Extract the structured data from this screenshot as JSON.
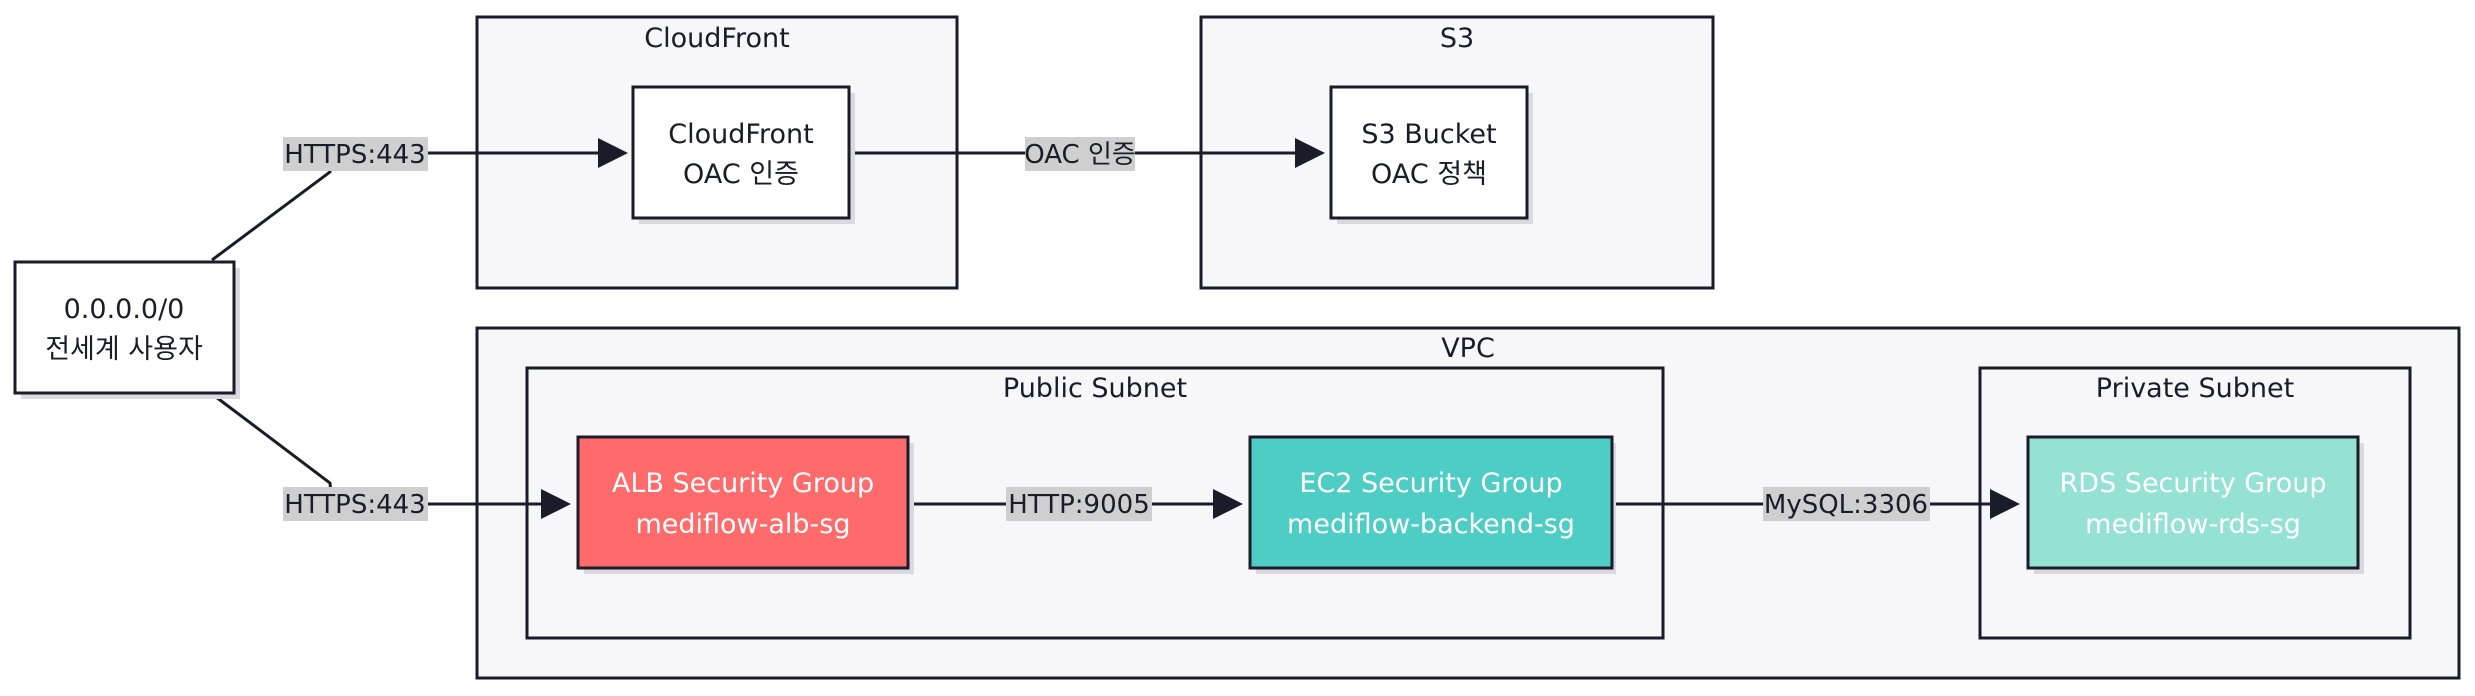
{
  "clusters": {
    "cloudfront": {
      "title": "CloudFront"
    },
    "s3": {
      "title": "S3"
    },
    "vpc": {
      "title": "VPC"
    },
    "public_subnet": {
      "title": "Public Subnet"
    },
    "private_subnet": {
      "title": "Private Subnet"
    }
  },
  "nodes": {
    "users": {
      "line1": "0.0.0.0/0",
      "line2": "전세계 사용자",
      "fill": "#ffffff",
      "text_color": "#1b1b2a"
    },
    "cloudfront_oac": {
      "line1": "CloudFront",
      "line2": "OAC 인증",
      "fill": "#ffffff",
      "text_color": "#1b1b2a"
    },
    "s3_bucket": {
      "line1": "S3 Bucket",
      "line2": "OAC 정책",
      "fill": "#ffffff",
      "text_color": "#1b1b2a"
    },
    "alb_sg": {
      "line1": "ALB Security Group",
      "line2": "mediflow-alb-sg",
      "fill": "#ff6b6b",
      "text_color": "#ffffff"
    },
    "ec2_sg": {
      "line1": "EC2 Security Group",
      "line2": "mediflow-backend-sg",
      "fill": "#4ecdc4",
      "text_color": "#ffffff"
    },
    "rds_sg": {
      "line1": "RDS Security Group",
      "line2": "mediflow-rds-sg",
      "fill": "#95e1d3",
      "text_color": "#ffffff"
    }
  },
  "edges": {
    "users_to_cloudfront": {
      "label": "HTTPS:443"
    },
    "cloudfront_to_s3": {
      "label": "OAC 인증"
    },
    "users_to_alb": {
      "label": "HTTPS:443"
    },
    "alb_to_ec2": {
      "label": "HTTP:9005"
    },
    "ec2_to_rds": {
      "label": "MySQL:3306"
    }
  },
  "colors": {
    "stroke": "#1b1b2a",
    "cluster_fill": "#f7f7fa",
    "edge_label_bg": "#cfcfcf"
  }
}
